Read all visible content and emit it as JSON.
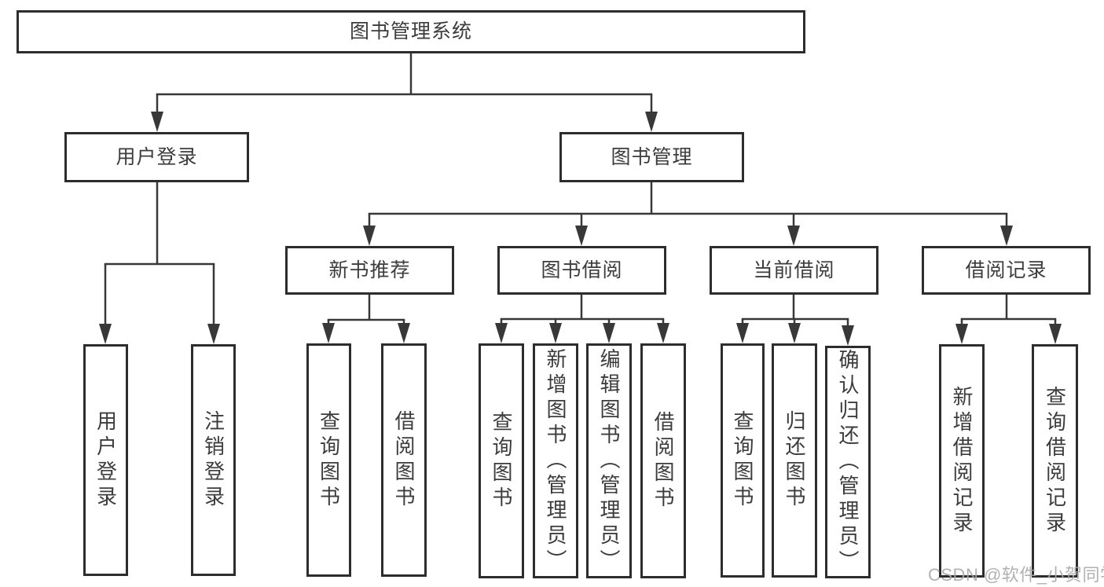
{
  "diagram": {
    "root": {
      "label": "图书管理系统"
    },
    "user_login": {
      "label": "用户登录",
      "children": [
        {
          "label": "用户登录"
        },
        {
          "label": "注销登录"
        }
      ]
    },
    "book_management": {
      "label": "图书管理",
      "sections": [
        {
          "label": "新书推荐",
          "children": [
            {
              "label": "查询图书"
            },
            {
              "label": "借阅图书"
            }
          ]
        },
        {
          "label": "图书借阅",
          "children": [
            {
              "label": "查询图书"
            },
            {
              "label": "新增图书（管理员）"
            },
            {
              "label": "编辑图书（管理员）"
            },
            {
              "label": "借阅图书"
            }
          ]
        },
        {
          "label": "当前借阅",
          "children": [
            {
              "label": "查询图书"
            },
            {
              "label": "归还图书"
            },
            {
              "label": "确认归还（管理员）"
            }
          ]
        },
        {
          "label": "借阅记录",
          "children": [
            {
              "label": "新增借阅记录"
            },
            {
              "label": "查询借阅记录"
            }
          ]
        }
      ]
    }
  },
  "watermark": "CSDN @软件_小贺同学",
  "colors": {
    "box_border": "#2d2d2d",
    "line": "#383838",
    "text": "#3c3c3c",
    "watermark": "#a8a8a8"
  }
}
